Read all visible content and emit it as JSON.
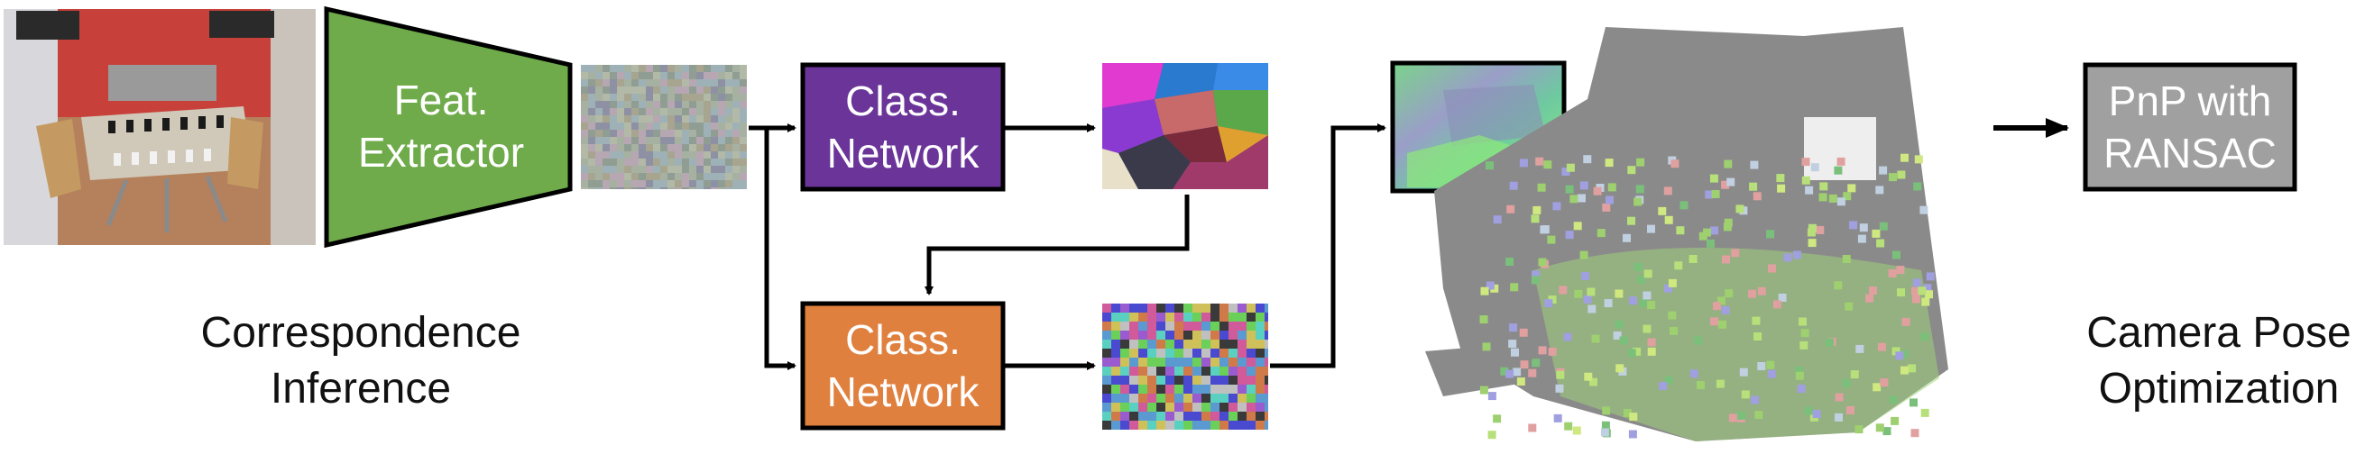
{
  "feature_extractor": {
    "line1": "Feat.",
    "line2": "Extractor"
  },
  "class_network_top": {
    "line1": "Class.",
    "line2": "Network"
  },
  "class_network_bottom": {
    "line1": "Class.",
    "line2": "Network"
  },
  "pnp": {
    "line1": "PnP with",
    "line2": "RANSAC"
  },
  "captions": {
    "correspondence": {
      "line1": "Correspondence",
      "line2": "Inference"
    },
    "camera_pose": {
      "line1": "Camera Pose",
      "line2": "Optimization"
    }
  },
  "colors": {
    "feature_extractor": "#6fab4a",
    "class_network_top": "#6a3499",
    "class_network_bottom": "#e0803f",
    "pnp": "#a0a0a0",
    "point_cloud": "#8a8a8a"
  },
  "images": {
    "input_photo": "photo-of-room-with-chess-table",
    "feature_map": "feature-map-noise",
    "coarse_segmentation": "coarse-region-segmentation",
    "fine_segmentation": "fine-region-segmentation",
    "coordinate_map": "scene-coordinate-map",
    "point_cloud": "3d-point-cloud"
  }
}
